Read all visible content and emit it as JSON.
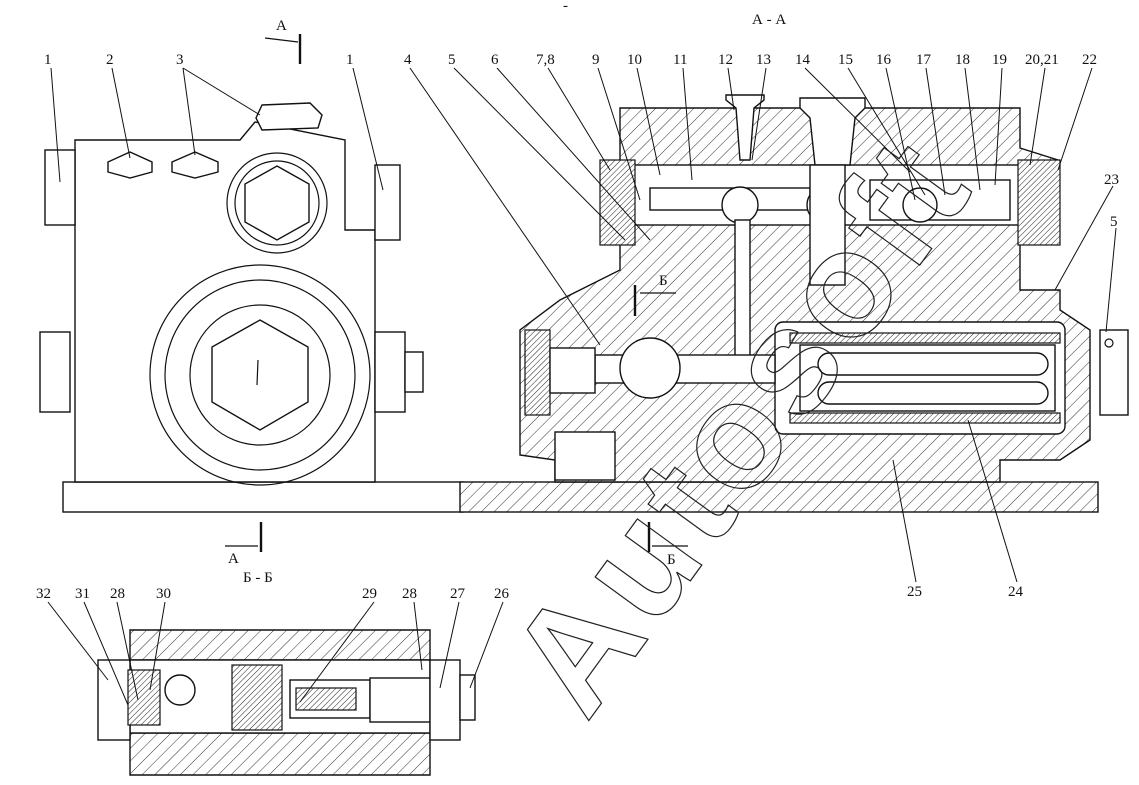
{
  "views": {
    "top_mark": "-",
    "section_aa_title": "А - А",
    "section_bb_title": "Б - Б",
    "cut_a_top": "А",
    "cut_a_bottom": "А",
    "cut_b_top": "Б",
    "cut_b_bottom": "Б"
  },
  "callouts_top": [
    "1",
    "2",
    "3",
    "1",
    "4",
    "5",
    "6",
    "7,8",
    "9",
    "10",
    "11",
    "12",
    "13",
    "14",
    "15",
    "16",
    "17",
    "18",
    "19",
    "20,21",
    "22"
  ],
  "callouts_right": [
    "23",
    "5"
  ],
  "callouts_bottom_main": [
    "25",
    "24"
  ],
  "callouts_section_bb": [
    "32",
    "31",
    "28",
    "30",
    "29",
    "28",
    "27",
    "26"
  ],
  "watermark": "Autosoft"
}
